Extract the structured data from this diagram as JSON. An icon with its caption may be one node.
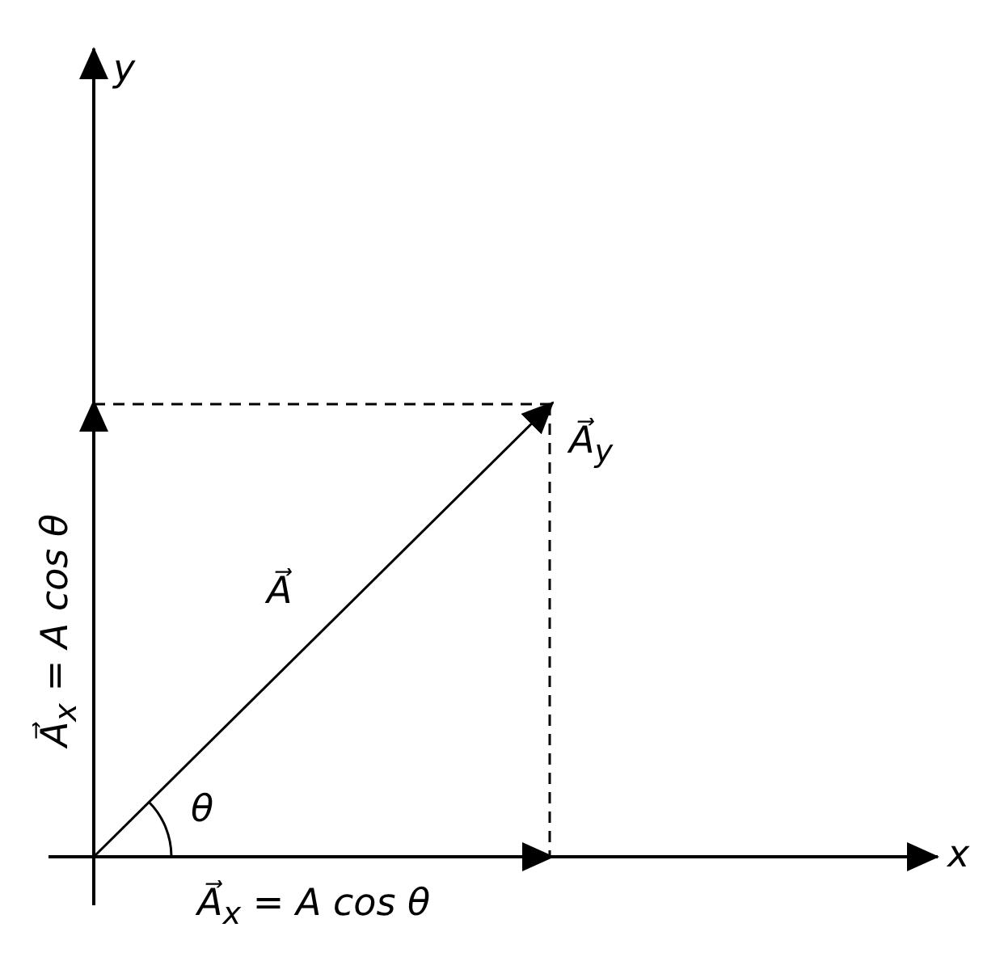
{
  "diagram": {
    "labels": [
      "y",
      "A⃗$_{y}$",
      "A⃗",
      "A⃗$_{x}$ = A cos θ",
      "θ",
      "x",
      "A⃗$_{x}$ = A cos θ"
    ]
  }
}
